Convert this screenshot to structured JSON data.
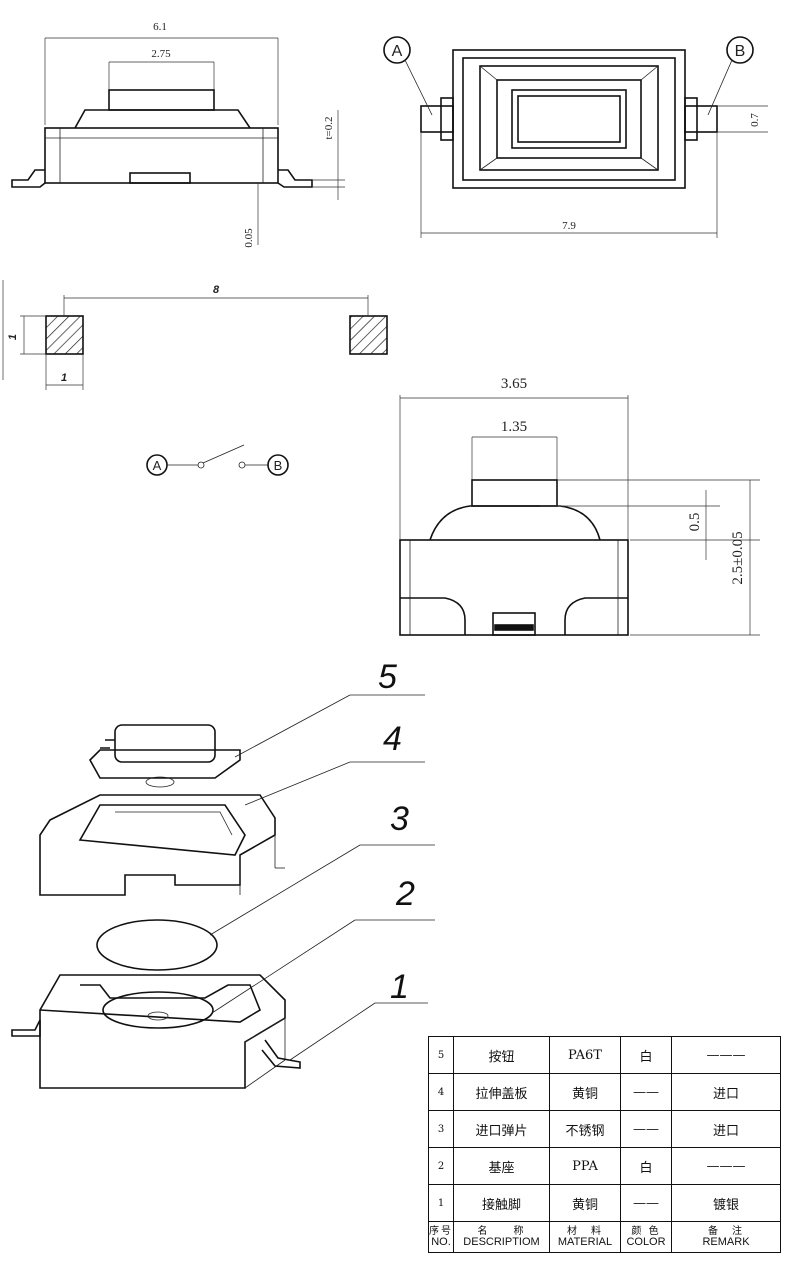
{
  "dims": {
    "d61": "6.1",
    "d275": "2.75",
    "d02": "t=0.2",
    "d005": "0.05",
    "d07": "0.7",
    "d79": "7.9",
    "d8": "8",
    "d1a": "1",
    "d1b": "1",
    "d365": "3.65",
    "d135": "1.35",
    "d05": "0.5",
    "d25": "2.5±0.05"
  },
  "terminals": {
    "a": "A",
    "b": "B",
    "a2": "A",
    "b2": "B"
  },
  "parts": {
    "p5": "5",
    "p4": "4",
    "p3": "3",
    "p2": "2",
    "p1": "1"
  },
  "bom": {
    "rows": [
      {
        "no": "5",
        "desc": "按钮",
        "material": "PA6T",
        "color": "白",
        "remark": "———"
      },
      {
        "no": "4",
        "desc": "拉伸盖板",
        "material": "黄铜",
        "color": "——",
        "remark": "进口"
      },
      {
        "no": "3",
        "desc": "进口弹片",
        "material": "不锈钢",
        "color": "——",
        "remark": "进口"
      },
      {
        "no": "2",
        "desc": "基座",
        "material": "PPA",
        "color": "白",
        "remark": "———"
      },
      {
        "no": "1",
        "desc": "接触脚",
        "material": "黄铜",
        "color": "——",
        "remark": "镀银"
      }
    ],
    "header": {
      "no_cn": "序号",
      "no_en": "NO.",
      "desc_cn": "名　　称",
      "desc_en": "DESCRIPTIOM",
      "mat_cn": "材　料",
      "mat_en": "MATERIAL",
      "col_cn": "颜 色",
      "col_en": "COLOR",
      "rem_cn": "备　注",
      "rem_en": "REMARK"
    }
  }
}
